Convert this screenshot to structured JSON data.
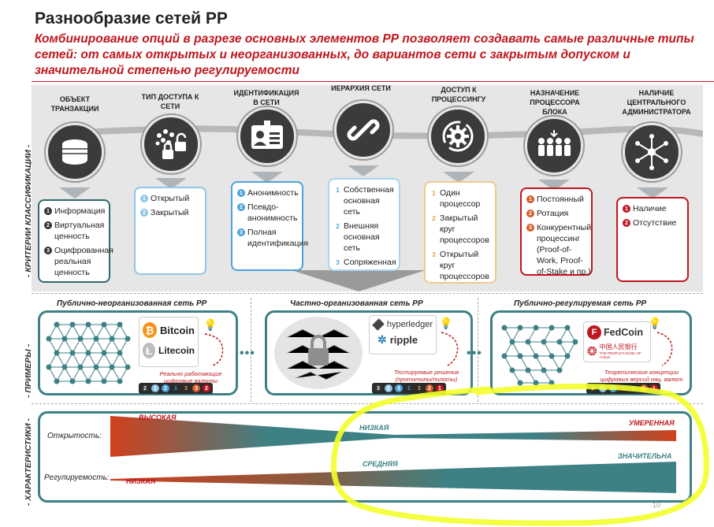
{
  "title": "Разнообразие сетей РР",
  "subtitle": "Комбинирование опций в разрезе основных элементов РР позволяет создавать самые различные типы сетей: от самых открытых и неорганизованных, до вариантов сети с закрытым допуском и значительной степенью регулируемости",
  "side_labels": {
    "criteria": "- КРИТЕРИИ КЛАССИФИКАЦИИ -",
    "examples": "- ПРИМЕРЫ -",
    "characteristics": "- ХАРАКТЕРИСТИКИ -"
  },
  "criteria": [
    {
      "title": "ОБЪЕКТ ТРАНЗАКЦИИ",
      "icon": "coin-stack-icon",
      "items": [
        {
          "n": "1",
          "text": "Информация"
        },
        {
          "n": "2",
          "text": "Виртуальная ценность"
        },
        {
          "n": "3",
          "text": "Оцифрованная реальная ценность"
        }
      ]
    },
    {
      "title": "ТИП ДОСТУПА К СЕТИ",
      "icon": "network-lock-icon",
      "items": [
        {
          "n": "1",
          "text": "Открытый"
        },
        {
          "n": "2",
          "text": "Закрытый"
        }
      ]
    },
    {
      "title": "ИДЕНТИФИКАЦИЯ В СЕТИ",
      "icon": "id-card-icon",
      "items": [
        {
          "n": "1",
          "text": "Анонимность"
        },
        {
          "n": "2",
          "text": "Псевдо-анонимность"
        },
        {
          "n": "3",
          "text": "Полная идентификация"
        }
      ]
    },
    {
      "title": "ИЕРАРХИЯ СЕТИ",
      "icon": "chain-link-icon",
      "items": [
        {
          "n": "1",
          "text": "Собственная основная сеть"
        },
        {
          "n": "2",
          "text": "Внешняя основная сеть"
        },
        {
          "n": "3",
          "text": "Сопряженная"
        }
      ]
    },
    {
      "title": "ДОСТУП К ПРОЦЕССИНГУ",
      "icon": "gear-refresh-icon",
      "items": [
        {
          "n": "1",
          "text": "Один процессор"
        },
        {
          "n": "2",
          "text": "Закрытый круг процессоров"
        },
        {
          "n": "3",
          "text": "Открытый круг процессоров"
        }
      ]
    },
    {
      "title": "НАЗНАЧЕНИЕ ПРОЦЕССОРА БЛОКА",
      "icon": "people-group-icon",
      "items": [
        {
          "n": "1",
          "text": "Постоянный"
        },
        {
          "n": "2",
          "text": "Ротация"
        },
        {
          "n": "3",
          "text": "Конкурентный процессинг (Proof-of-Work, Proof-of-Stake и пр.)"
        }
      ]
    },
    {
      "title": "НАЛИЧИЕ ЦЕНТРАЛЬНОГО АДМИНИСТРАТОРА",
      "icon": "hub-network-icon",
      "items": [
        {
          "n": "1",
          "text": "Наличие"
        },
        {
          "n": "2",
          "text": "Отсутствие"
        }
      ]
    }
  ],
  "examples": [
    {
      "title": "Публично-неорганизованная сеть РР",
      "logos": [
        "Bitcoin",
        "Litecoin"
      ],
      "note": "Реально работающие цифровые валюты",
      "rating": [
        "2",
        "1",
        "2",
        "1",
        "3",
        "3",
        "2"
      ]
    },
    {
      "title": "Частно-организованная сеть РР",
      "logos": [
        "hyperledger",
        "ripple"
      ],
      "note": "Тестируемые решения (прототипы/пилоты)",
      "rating": [
        "3",
        "2",
        "3",
        "1",
        "2",
        "2",
        "1"
      ]
    },
    {
      "title": "Публично-регулируемая сеть РР",
      "logos": [
        "FedCoin",
        "中国人民银行",
        "THE PEOPLE'S BANK OF CHINA"
      ],
      "note": "Теоретические концепции цифровых версий нац. валют",
      "rating": [
        "3",
        "1",
        "3",
        "1",
        "1",
        "1",
        "1"
      ]
    }
  ],
  "characteristics": {
    "openness_label": "Открытость:",
    "regulation_label": "Регулируемость:",
    "openness_high": "ВЫСОКАЯ",
    "openness_low": "НИЗКАЯ",
    "openness_moderate": "УМЕРЕННАЯ",
    "regulation_low": "НИЗКАЯ",
    "regulation_medium": "СРЕДНЯЯ",
    "regulation_significant": "ЗНАЧИТЕЛЬНА"
  },
  "page_number": "10",
  "colors": {
    "red": "#c0161d",
    "teal": "#3d8185",
    "orange": "#e8a23a",
    "blue": "#4aa3d8",
    "highlight": "#f3ff2a"
  }
}
